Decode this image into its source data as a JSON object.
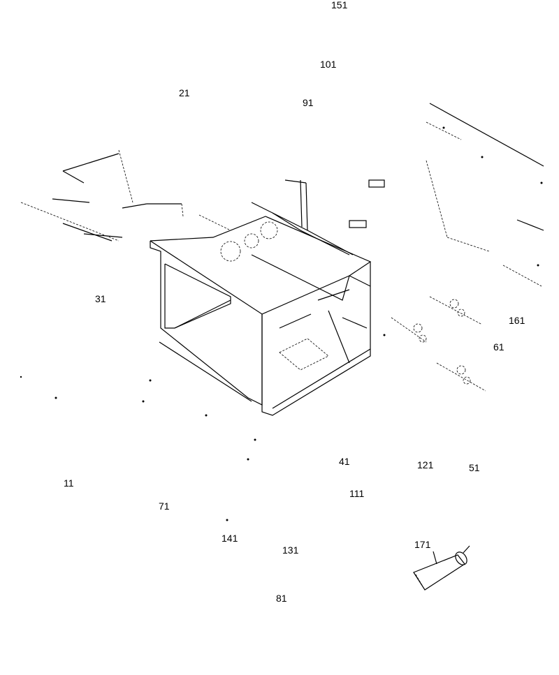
{
  "diagram": {
    "type": "exploded-parts-view",
    "callouts": [
      {
        "id": "c151",
        "label": "151"
      },
      {
        "id": "c101",
        "label": "101"
      },
      {
        "id": "c21",
        "label": "21"
      },
      {
        "id": "c91",
        "label": "91"
      },
      {
        "id": "c31",
        "label": "31"
      },
      {
        "id": "c161",
        "label": "161"
      },
      {
        "id": "c61",
        "label": "61"
      },
      {
        "id": "c41",
        "label": "41"
      },
      {
        "id": "c121",
        "label": "121"
      },
      {
        "id": "c51",
        "label": "51"
      },
      {
        "id": "c11",
        "label": "11"
      },
      {
        "id": "c111",
        "label": "111"
      },
      {
        "id": "c71",
        "label": "71"
      },
      {
        "id": "c141",
        "label": "141"
      },
      {
        "id": "c131",
        "label": "131"
      },
      {
        "id": "c171",
        "label": "171"
      },
      {
        "id": "c81",
        "label": "81"
      }
    ]
  }
}
